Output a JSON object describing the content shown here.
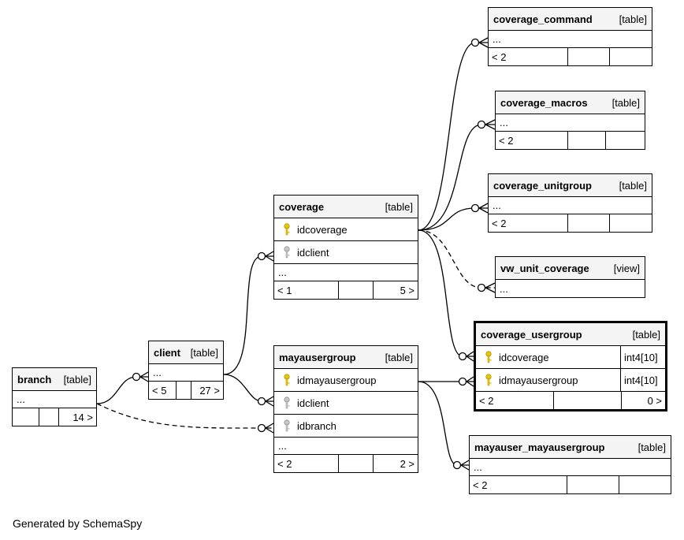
{
  "tables": {
    "coverage_command": {
      "name": "coverage_command",
      "kind": "[table]",
      "ellipsis": "...",
      "left": "< 2",
      "right": ""
    },
    "coverage_macros": {
      "name": "coverage_macros",
      "kind": "[table]",
      "ellipsis": "...",
      "left": "< 2",
      "right": ""
    },
    "coverage_unitgroup": {
      "name": "coverage_unitgroup",
      "kind": "[table]",
      "ellipsis": "...",
      "left": "< 2",
      "right": ""
    },
    "vw_unit_coverage": {
      "name": "vw_unit_coverage",
      "kind": "[view]",
      "ellipsis": "..."
    },
    "coverage": {
      "name": "coverage",
      "kind": "[table]",
      "col1": "idcoverage",
      "col2": "idclient",
      "ellipsis": "...",
      "left": "< 1",
      "right": "5 >"
    },
    "coverage_usergroup": {
      "name": "coverage_usergroup",
      "kind": "[table]",
      "col1": "idcoverage",
      "type1": "int4[10]",
      "col2": "idmayausergroup",
      "type2": "int4[10]",
      "left": "< 2",
      "right": "0 >"
    },
    "client": {
      "name": "client",
      "kind": "[table]",
      "ellipsis": "...",
      "left": "< 5",
      "right": "27 >"
    },
    "branch": {
      "name": "branch",
      "kind": "[table]",
      "ellipsis": "...",
      "left": "",
      "right": "14 >"
    },
    "mayausergroup": {
      "name": "mayausergroup",
      "kind": "[table]",
      "col1": "idmayausergroup",
      "col2": "idclient",
      "col3": "idbranch",
      "ellipsis": "...",
      "left": "< 2",
      "right": "2 >"
    },
    "mayauser_mayausergroup": {
      "name": "mayauser_mayausergroup",
      "kind": "[table]",
      "ellipsis": "...",
      "left": "< 2",
      "right": ""
    }
  },
  "credit": "Generated by SchemaSpy",
  "colors": {
    "primary_key": "#e8c800",
    "foreign_key": "#b0b0b0",
    "header_bg": "#f4f4f4"
  }
}
